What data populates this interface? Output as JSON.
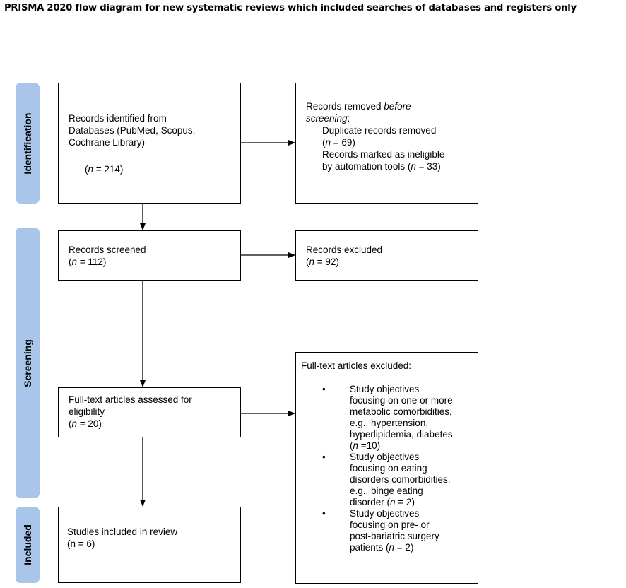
{
  "title": "PRISMA 2020 flow diagram for new systematic reviews which included searches of databases and registers only",
  "phases": {
    "identification": "Identification",
    "screening": "Screening",
    "included": "Included"
  },
  "identified": {
    "line1": "Records identified from",
    "line2": "Databases (PubMed, Scopus,",
    "line3": "Cochrane Library)",
    "n_open": "(",
    "n_italic": "n",
    "n_rest": " = 214)"
  },
  "removed": {
    "line1_a": "Records removed ",
    "line1_b": "before",
    "line2_a": "screening",
    "line2_b": ":",
    "dup_label": "Duplicate records removed",
    "dup_n_open": "(",
    "dup_n_italic": "n",
    "dup_n_rest": " = 69)",
    "inel_label": "Records marked as ineligible",
    "inel_text": "by automation tools (",
    "inel_n_italic": "n",
    "inel_n_rest": " = 33)"
  },
  "screened": {
    "label": "Records screened",
    "n_open": "(",
    "n_italic": "n",
    "n_rest": " = 112)"
  },
  "excluded": {
    "label": "Records excluded",
    "n_open": "(",
    "n_italic": "n",
    "n_rest": " = 92)"
  },
  "fulltext": {
    "line1": "Full-text articles assessed for",
    "line2": "eligibility",
    "n_open": "(",
    "n_italic": "n",
    "n_rest": " = 20)"
  },
  "ft_excluded": {
    "heading": "Full-text articles excluded:",
    "bullet": "•",
    "items": [
      {
        "lines": [
          "Study objectives",
          "focusing on one or more",
          "metabolic comorbidities,",
          "e.g., hypertension,",
          "hyperlipidemia, diabetes"
        ],
        "n_open": "(",
        "n_italic": "n",
        "n_rest": " =10)"
      },
      {
        "lines": [
          "Study objectives",
          "focusing on eating",
          "disorders comorbidities,",
          "e.g., binge eating"
        ],
        "last_text": "disorder (",
        "n_italic": "n",
        "n_rest": " = 2)"
      },
      {
        "lines": [
          "Study objectives",
          "focusing on pre- or",
          "post-bariatric surgery"
        ],
        "last_text": "patients (",
        "n_italic": "n",
        "n_rest": " = 2)"
      }
    ]
  },
  "included": {
    "label": "Studies included in review",
    "n": "(n = 6)"
  }
}
